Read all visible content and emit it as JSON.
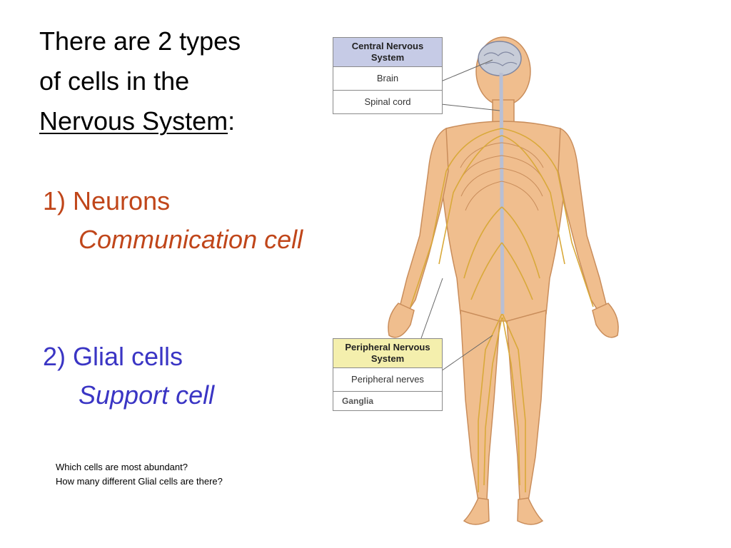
{
  "title": {
    "line1": "There are 2 types",
    "line2": "of cells in the",
    "underlined": "Nervous System",
    "colon": ":"
  },
  "neurons": {
    "heading": "1) Neurons",
    "role": "Communication cell"
  },
  "glial": {
    "heading": "2) Glial cells",
    "role": "Support cell"
  },
  "questions": [
    "Which cells are most abundant?",
    "How many different Glial cells are there?"
  ],
  "cns_box": {
    "header": "Central Nervous System",
    "rows": [
      "Brain",
      "Spinal cord"
    ]
  },
  "pns_box": {
    "header": "Peripheral Nervous System",
    "rows": [
      "Peripheral nerves",
      "Ganglia"
    ]
  },
  "colors": {
    "neurons_text": "#c0461a",
    "glial_text": "#3a35c4",
    "cns_header": "#c6cbe6",
    "pns_header": "#f4efad",
    "skin": "#f0be8e",
    "nerve": "#d9a93a"
  }
}
